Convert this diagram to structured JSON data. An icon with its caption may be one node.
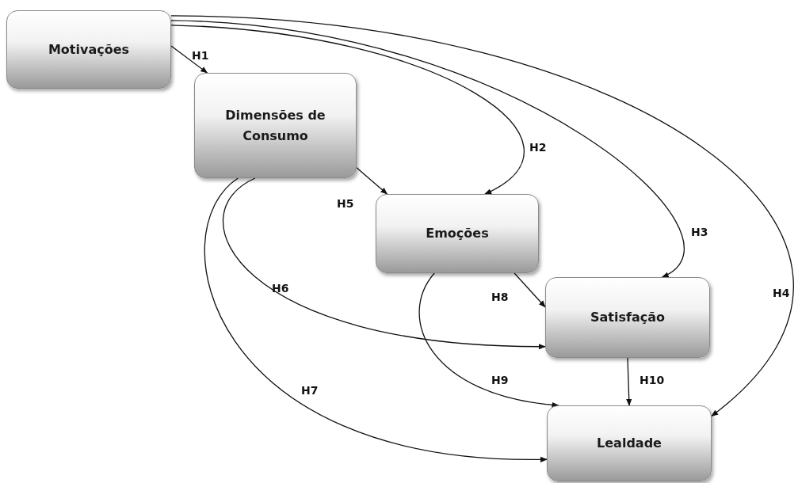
{
  "diagram": {
    "nodes": [
      {
        "text": [
          "Motivações"
        ]
      },
      {
        "text": [
          "Dimensões de Consumo"
        ]
      },
      {
        "text": [
          "Emoções"
        ]
      },
      {
        "text": [
          "Satisfação"
        ]
      },
      {
        "text": [
          "Lealdade"
        ]
      }
    ],
    "edges": [
      {
        "from": 0,
        "to": 1,
        "arrow": "to",
        "label": "H1"
      },
      {
        "from": 0,
        "to": 2,
        "arrow": "to",
        "label": "H2"
      },
      {
        "from": 0,
        "to": 3,
        "arrow": "to",
        "label": "H3"
      },
      {
        "from": 0,
        "to": 4,
        "arrow": "to",
        "label": "H4"
      },
      {
        "from": 1,
        "to": 2,
        "arrow": "to",
        "label": "H5"
      },
      {
        "from": 1,
        "to": 3,
        "arrow": "to",
        "label": "H6"
      },
      {
        "from": 1,
        "to": 4,
        "arrow": "to",
        "label": "H7"
      },
      {
        "from": 2,
        "to": 3,
        "arrow": "to",
        "label": "H8"
      },
      {
        "from": 2,
        "to": 4,
        "arrow": "to",
        "label": "H9"
      },
      {
        "from": 3,
        "to": 4,
        "arrow": "to",
        "label": "H10"
      }
    ]
  }
}
